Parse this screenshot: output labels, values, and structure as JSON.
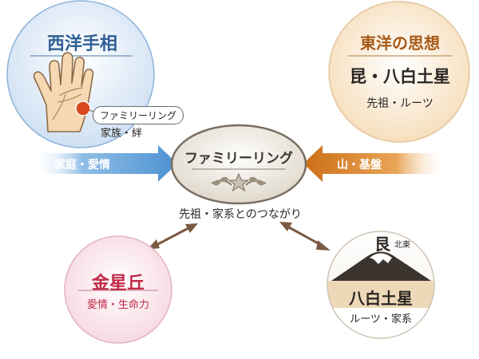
{
  "west": {
    "title": "西洋手相",
    "callout": "ファミリーリング",
    "meaning": "家族・絆"
  },
  "east": {
    "title": "東洋の思想",
    "line1": "昆・八白土星",
    "line2": "先祖・ルーツ"
  },
  "center": {
    "title": "ファミリーリング",
    "caption": "先祖・家系とのつながり"
  },
  "arrows": {
    "left": "家庭・愛情",
    "right": "山・基盤"
  },
  "venus_mount": {
    "title": "金星丘",
    "meaning": "愛情・生命力"
  },
  "hachihaku": {
    "kanji": "艮",
    "direction": "北東",
    "title": "八白土星",
    "meaning": "ルーツ・家系"
  },
  "colors": {
    "west_accent": "#2f5f95",
    "east_accent": "#a85a17",
    "venus_accent": "#c02a48",
    "left_arrow": "#5c9fd8",
    "right_arrow": "#d77e22",
    "ring_marker": "#d9481f"
  }
}
